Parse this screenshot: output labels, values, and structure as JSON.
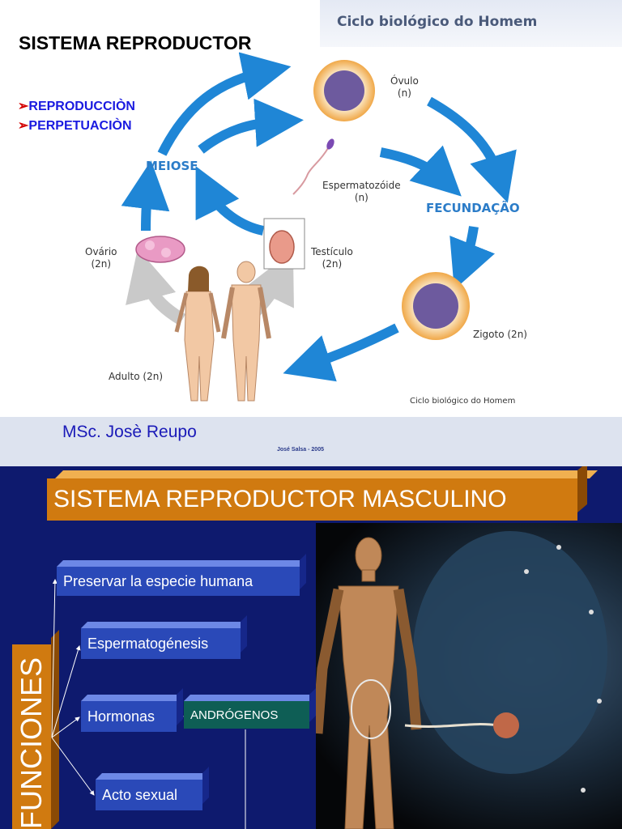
{
  "slide1": {
    "title": "SISTEMA REPRODUCTOR",
    "header_banner": "Ciclo biológico do Homem",
    "bullets": [
      "REPRODUCCIÒN",
      "PERPETUACIÒN"
    ],
    "author": "MSc. Josè Reupo",
    "credit": "José Salsa - 2005",
    "caption": "Ciclo biológico do Homem",
    "cycle": {
      "meiose": "MEIOSE",
      "fecundacao": "FECUNDAÇÃO",
      "ovulo": "Óvulo\n(n)",
      "espermatozoide": "Espermatozóide\n(n)",
      "ovario": "Ovário\n(2n)",
      "testiculo": "Testículo\n(2n)",
      "zigoto": "Zigoto (2n)",
      "adulto": "Adulto (2n)"
    },
    "colors": {
      "arrow": "#1f86d6",
      "bullet": "#1a1ae0",
      "bullet_marker": "#d40000"
    }
  },
  "slide2": {
    "title": "SISTEMA REPRODUCTOR MASCULINO",
    "vertical_label": "FUNCIONES",
    "functions": [
      "Preservar la especie humana",
      "Espermatogénesis",
      "Hormonas",
      "Acto sexual"
    ],
    "hormone_detail": "ANDRÓGENOS",
    "colors": {
      "background": "#0e1a6e",
      "title_box": "#d07a10",
      "box": "#2a49b8",
      "androgenos": "#0e5e55"
    }
  }
}
